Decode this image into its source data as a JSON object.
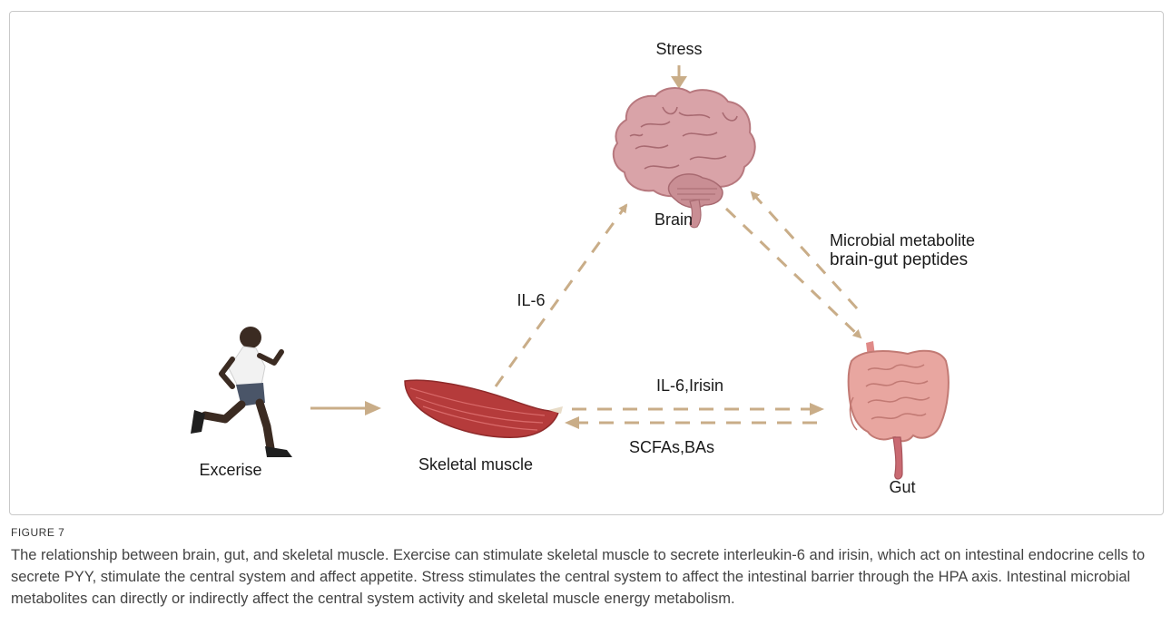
{
  "figure": {
    "nodes": {
      "stress": "Stress",
      "brain": "Brain",
      "exercise": "Excerise",
      "muscle": "Skeletal muscle",
      "gut": "Gut"
    },
    "edges": {
      "muscle_to_brain": "IL-6",
      "brain_gut_line1": "Microbial metabolite",
      "brain_gut_line2": "brain-gut peptides",
      "muscle_to_gut": "IL-6,Irisin",
      "gut_to_muscle": "SCFAs,BAs"
    },
    "colors": {
      "arrow": "#c9ad88",
      "brain": "#d9a3a8",
      "muscle": "#b53b3b",
      "gut": "#e8a6a0",
      "runner_skin": "#3b2b22",
      "runner_shirt": "#f2f2f2",
      "runner_shorts": "#4a5568"
    }
  },
  "caption": {
    "label": "FIGURE 7",
    "text": "The relationship between brain, gut, and skeletal muscle. Exercise can stimulate skeletal muscle to secrete interleukin-6 and irisin, which act on intestinal endocrine cells to secrete PYY, stimulate the central system and affect appetite. Stress stimulates the central system to affect the intestinal barrier through the HPA axis. Intestinal microbial metabolites can directly or indirectly affect the central system activity and skeletal muscle energy metabolism."
  }
}
